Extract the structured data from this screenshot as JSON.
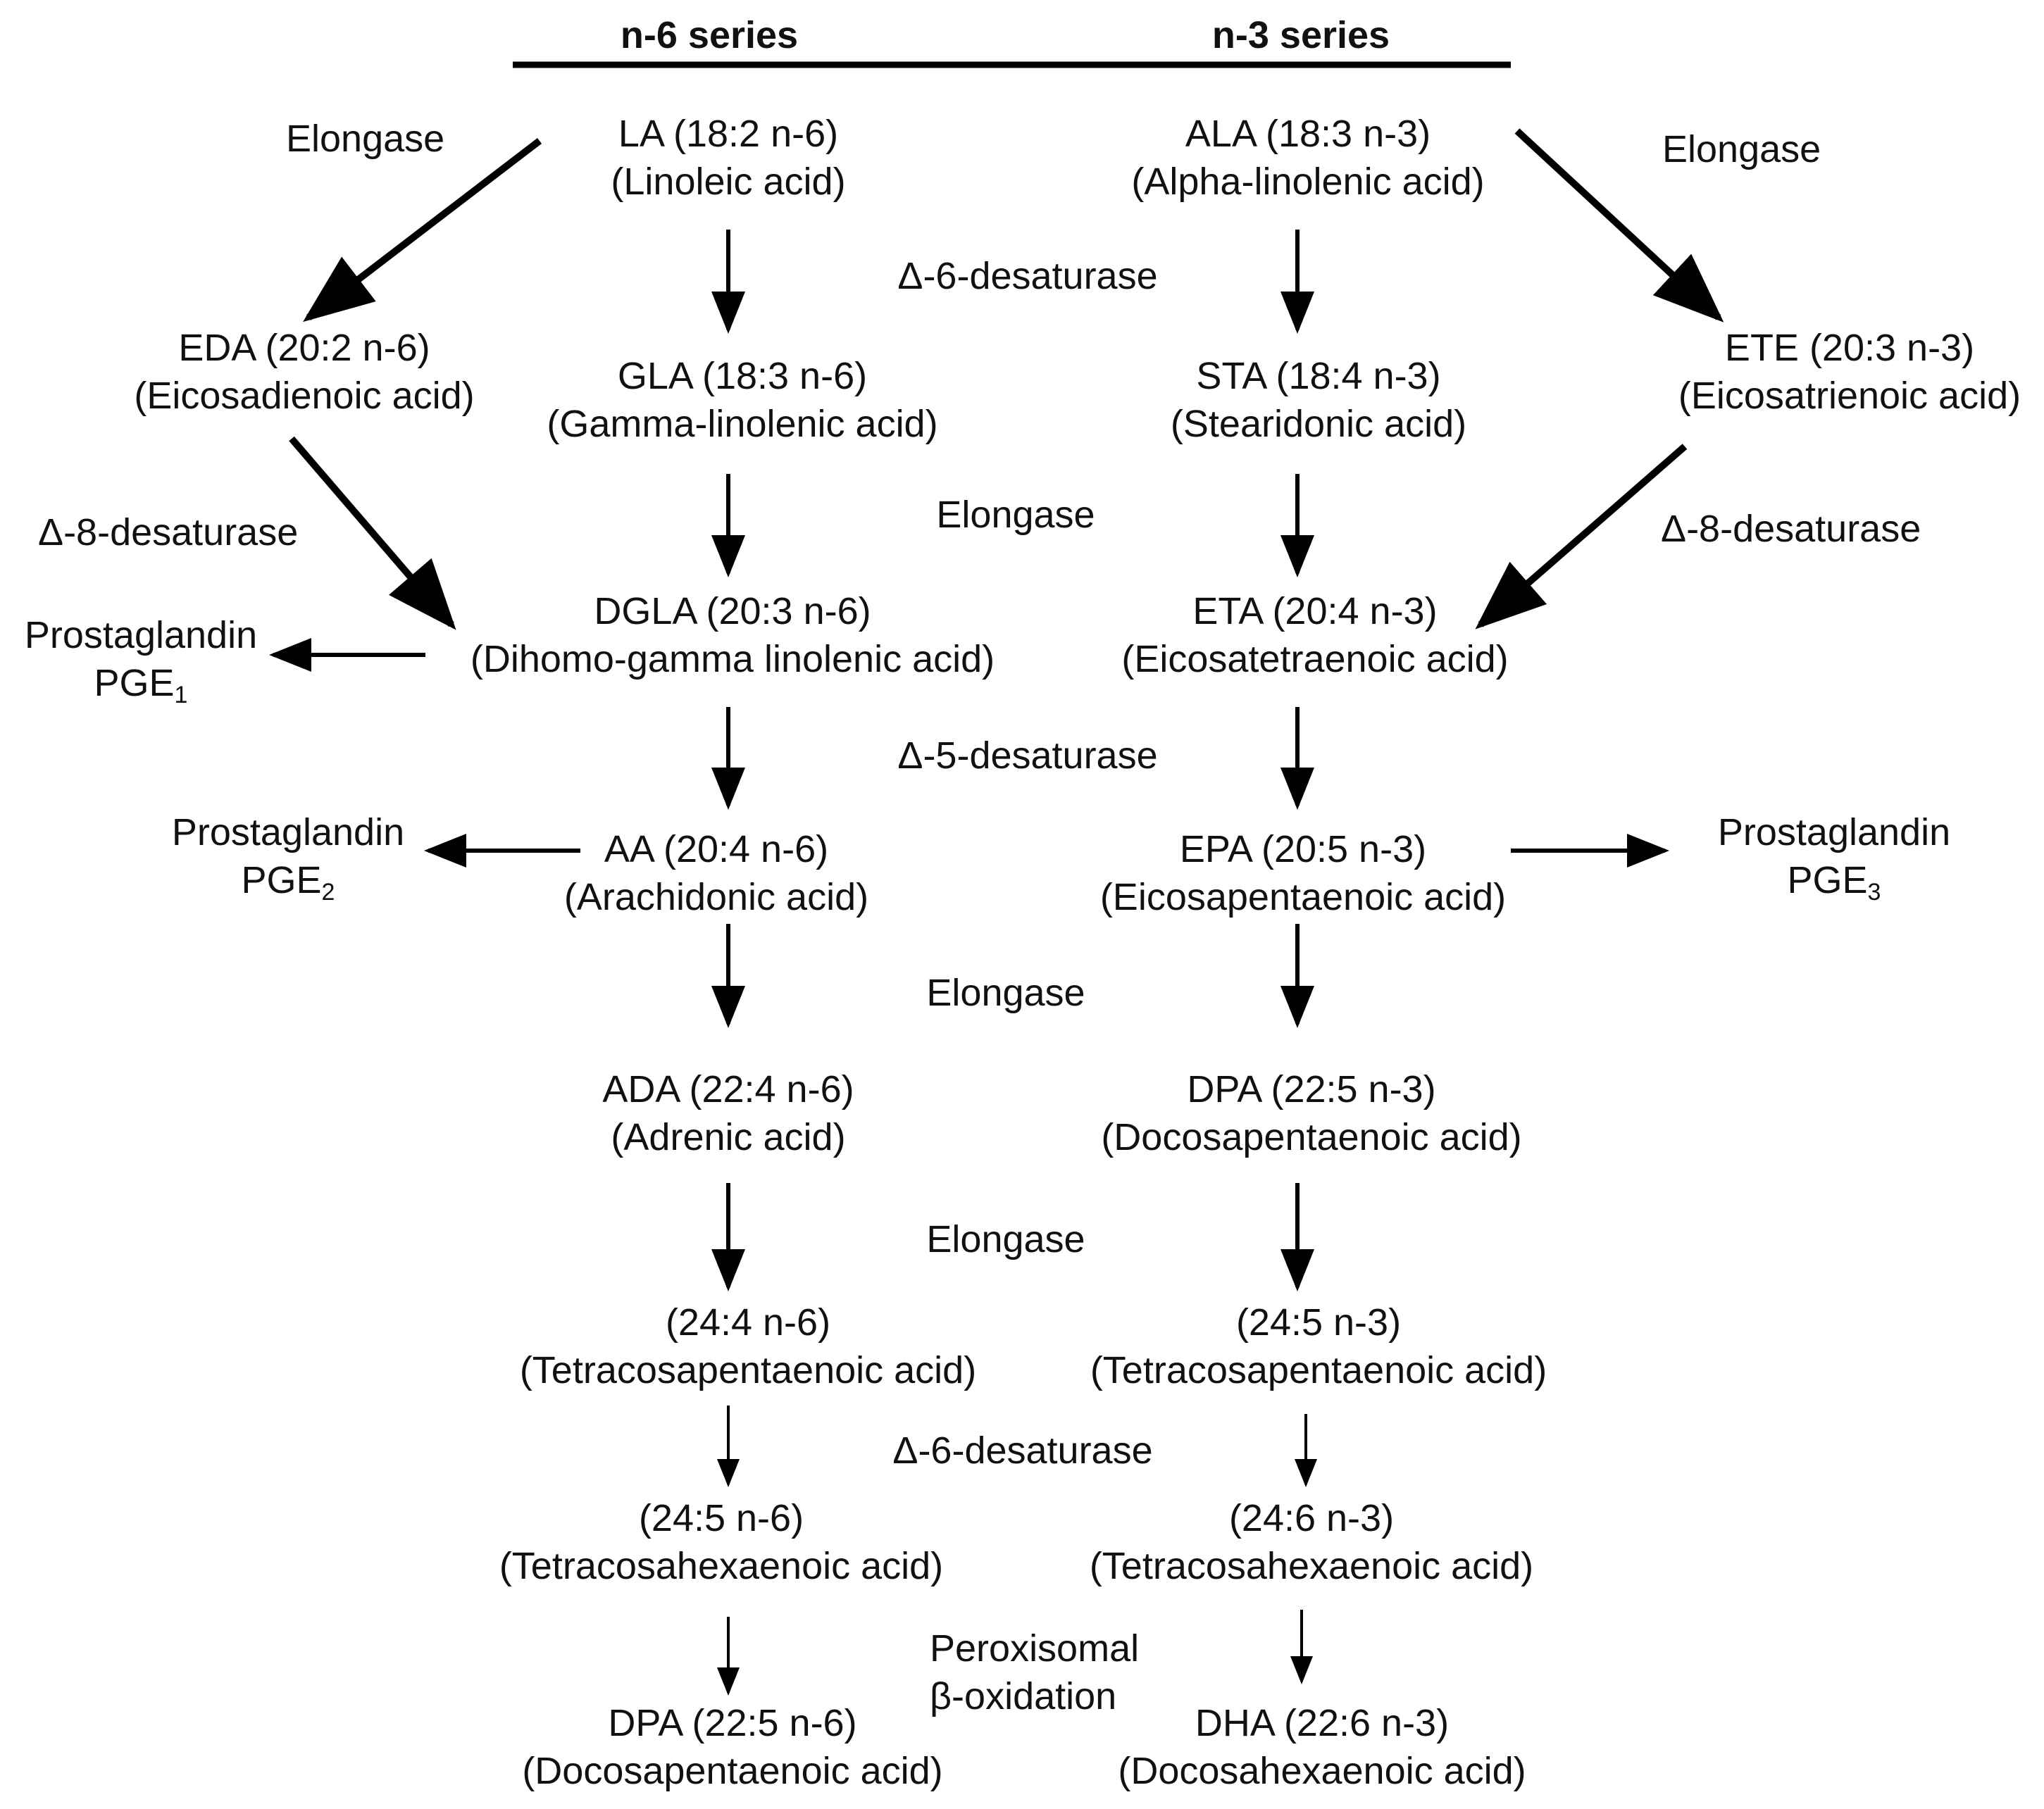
{
  "series_labels": {
    "n6": "n-6 series",
    "n3": "n-3 series"
  },
  "nodes": {
    "la": {
      "abbr": "LA (18:2 n-6)",
      "name": "(Linoleic acid)"
    },
    "ala": {
      "abbr": "ALA (18:3 n-3)",
      "name": "(Alpha-linolenic acid)"
    },
    "eda": {
      "abbr": "EDA (20:2 n-6)",
      "name": "(Eicosadienoic acid)"
    },
    "gla": {
      "abbr": "GLA (18:3 n-6)",
      "name": "(Gamma-linolenic acid)"
    },
    "sta": {
      "abbr": "STA (18:4 n-3)",
      "name": "(Stearidonic acid)"
    },
    "ete": {
      "abbr": "ETE (20:3 n-3)",
      "name": "(Eicosatrienoic acid)"
    },
    "dgla": {
      "abbr": "DGLA (20:3 n-6)",
      "name": "(Dihomo-gamma linolenic acid)"
    },
    "eta": {
      "abbr": "ETA (20:4 n-3)",
      "name": "(Eicosatetraenoic acid)"
    },
    "aa": {
      "abbr": "AA (20:4 n-6)",
      "name": "(Arachidonic acid)"
    },
    "epa": {
      "abbr": "EPA (20:5 n-3)",
      "name": "(Eicosapentaenoic acid)"
    },
    "ada": {
      "abbr": "ADA (22:4 n-6)",
      "name": "(Adrenic acid)"
    },
    "dpa3": {
      "abbr": "DPA (22:5 n-3)",
      "name": "(Docosapentaenoic acid)"
    },
    "c24_4": {
      "abbr": "(24:4 n-6)",
      "name": "(Tetracosapentaenoic acid)"
    },
    "c24_5n3": {
      "abbr": "(24:5 n-3)",
      "name": "(Tetracosapentaenoic acid)"
    },
    "c24_5n6": {
      "abbr": "(24:5 n-6)",
      "name": "(Tetracosahexaenoic acid)"
    },
    "c24_6": {
      "abbr": "(24:6 n-3)",
      "name": "(Tetracosahexaenoic acid)"
    },
    "dpa6": {
      "abbr": "DPA (22:5 n-6)",
      "name": "(Docosapentaenoic acid)"
    },
    "dha": {
      "abbr": "DHA (22:6 n-3)",
      "name": "(Docosahexaenoic acid)"
    }
  },
  "enzymes": {
    "elongase_left": "Elongase",
    "elongase_right": "Elongase",
    "d6_top": "Δ-6-desaturase",
    "elongase_1": "Elongase",
    "d8_left": "Δ-8-desaturase",
    "d8_right": "Δ-8-desaturase",
    "d5": "Δ-5-desaturase",
    "elongase_2": "Elongase",
    "elongase_3": "Elongase",
    "d6_bottom": "Δ-6-desaturase",
    "perox_line1": "Peroxisomal",
    "perox_line2": "β-oxidation"
  },
  "products": {
    "pge1": {
      "name": "Prostaglandin",
      "code": "PGE",
      "sub": "1"
    },
    "pge2": {
      "name": "Prostaglandin",
      "code": "PGE",
      "sub": "2"
    },
    "pge3": {
      "name": "Prostaglandin",
      "code": "PGE",
      "sub": "3"
    }
  }
}
